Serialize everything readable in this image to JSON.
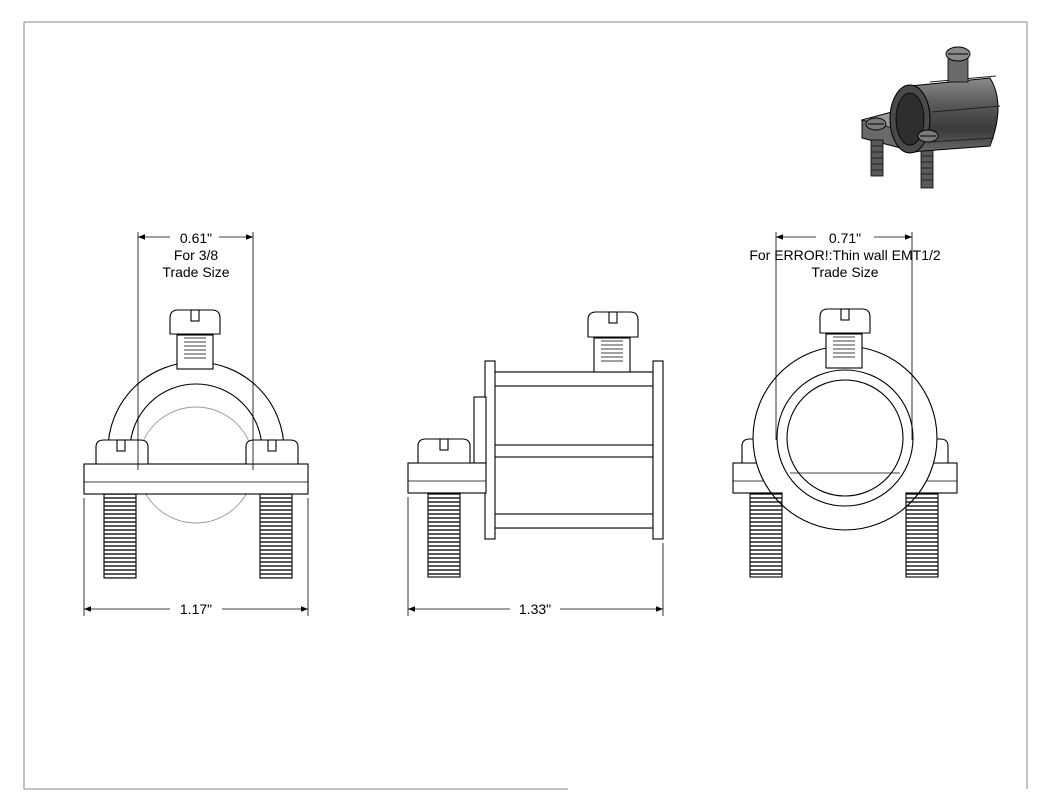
{
  "views": {
    "front_left": {
      "width_dim": "1.17\"",
      "opening_dim": "0.61\"",
      "opening_note": [
        "For 3/8",
        "Trade Size"
      ]
    },
    "side": {
      "length_dim": "1.33\""
    },
    "front_right": {
      "opening_dim": "0.71\"",
      "opening_note": [
        "For ERROR!:Thin wall EMT1/2",
        "Trade Size"
      ]
    }
  },
  "colors": {
    "line": "#000000",
    "hidden": "#9a9a9a",
    "border": "#888888",
    "iso_body": "#555555"
  }
}
